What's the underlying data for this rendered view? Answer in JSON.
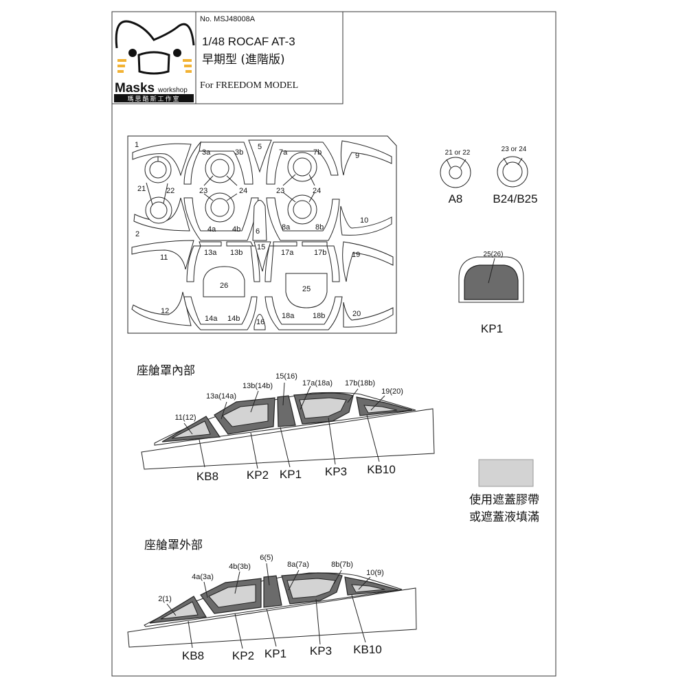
{
  "header": {
    "brand": "Masks",
    "brand_sub": "workshop",
    "brand_cn": "瑪思酷斯工作室",
    "product_no": "No. MSJ48008A",
    "title": "1/48  ROCAF AT-3",
    "subtitle": "早期型 (進階版)",
    "for": "For FREEDOM MODEL"
  },
  "sheet": {
    "labels": [
      "1",
      "2",
      "3a",
      "3b",
      "5",
      "7a",
      "7b",
      "9",
      "21",
      "22",
      "23",
      "24",
      "23",
      "24",
      "4a",
      "4b",
      "6",
      "8a",
      "8b",
      "10",
      "11",
      "13a",
      "13b",
      "15",
      "17a",
      "17b",
      "19",
      "26",
      "25",
      "12",
      "14a",
      "14b",
      "16",
      "18a",
      "18b",
      "20"
    ]
  },
  "wheels": {
    "a8_top": "21 or 22",
    "a8_label": "A8",
    "b24_top": "23 or 24",
    "b24_label": "B24/B25"
  },
  "kp1_part": {
    "top": "25(26)",
    "label": "KP1"
  },
  "inner": {
    "title": "座艙罩內部",
    "callouts": [
      "11(12)",
      "13a(14a)",
      "13b(14b)",
      "15(16)",
      "17a(18a)",
      "17b(18b)",
      "19(20)"
    ],
    "bottom": [
      "KB8",
      "KP2",
      "KP1",
      "KP3",
      "KB10"
    ]
  },
  "legend": {
    "line1": "使用遮蓋膠帶",
    "line2": "或遮蓋液填滿",
    "color": "#d3d3d3"
  },
  "outer": {
    "title": "座艙罩外部",
    "callouts": [
      "2(1)",
      "4a(3a)",
      "4b(3b)",
      "6(5)",
      "8a(7a)",
      "8b(7b)",
      "10(9)"
    ],
    "bottom": [
      "KB8",
      "KP2",
      "KP1",
      "KP3",
      "KB10"
    ]
  }
}
